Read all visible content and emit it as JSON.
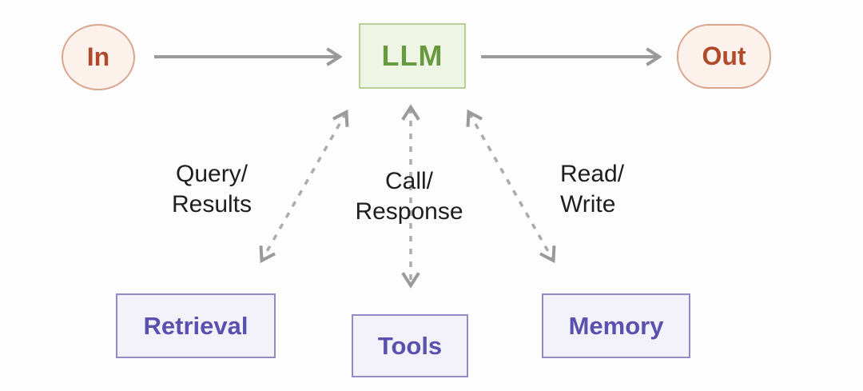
{
  "diagram": {
    "nodes": {
      "in": {
        "label": "In"
      },
      "llm": {
        "label": "LLM"
      },
      "out": {
        "label": "Out"
      },
      "retrieval": {
        "label": "Retrieval"
      },
      "tools": {
        "label": "Tools"
      },
      "memory": {
        "label": "Memory"
      }
    },
    "edges": {
      "in_to_llm": {
        "type": "solid-arrow"
      },
      "llm_to_out": {
        "type": "solid-arrow"
      },
      "llm_retrieval": {
        "type": "dashed-bidirectional",
        "label_line1": "Query/",
        "label_line2": "Results"
      },
      "llm_tools": {
        "type": "dashed-bidirectional",
        "label_line1": "Call/",
        "label_line2": "Response"
      },
      "llm_memory": {
        "type": "dashed-bidirectional",
        "label_line1": "Read/",
        "label_line2": "Write"
      }
    },
    "colors": {
      "io_fill": "#fdf1ec",
      "io_border": "#d9a58f",
      "io_text": "#b04a2c",
      "llm_fill": "#eef5e4",
      "llm_border": "#b9cf97",
      "llm_text": "#68993f",
      "module_fill": "#f3f2fa",
      "module_border": "#938bc4",
      "module_text": "#5a50ad",
      "arrow_solid": "#9a9a9a",
      "arrow_dashed": "#ababab",
      "label_text": "#1e1e1e"
    }
  }
}
